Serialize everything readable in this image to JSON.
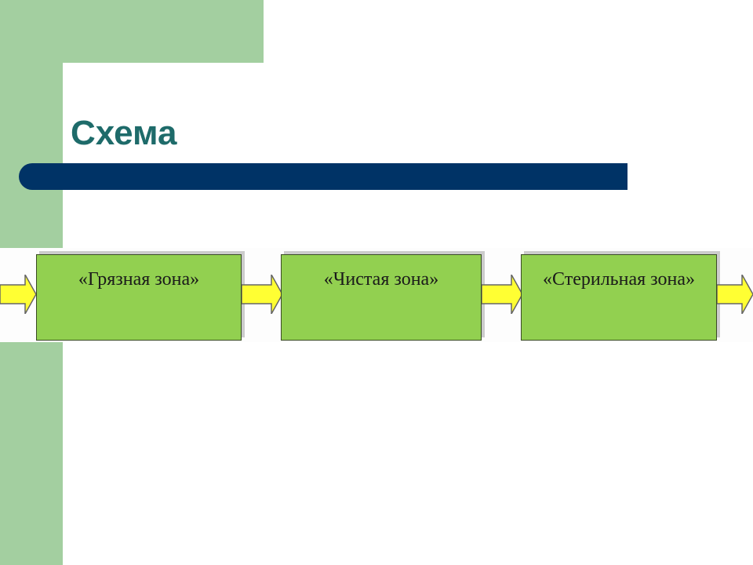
{
  "slide": {
    "title": "Схема"
  },
  "colors": {
    "side_green": "#a3cfa0",
    "title": "#1e6b6a",
    "bar": "#003366",
    "box_fill": "#92d050",
    "arrow_fill": "#ffff33"
  },
  "diagram": {
    "boxes": [
      {
        "label": "«Грязная зона»"
      },
      {
        "label": "«Чистая зона»"
      },
      {
        "label": "«Стерильная зона»"
      }
    ]
  }
}
